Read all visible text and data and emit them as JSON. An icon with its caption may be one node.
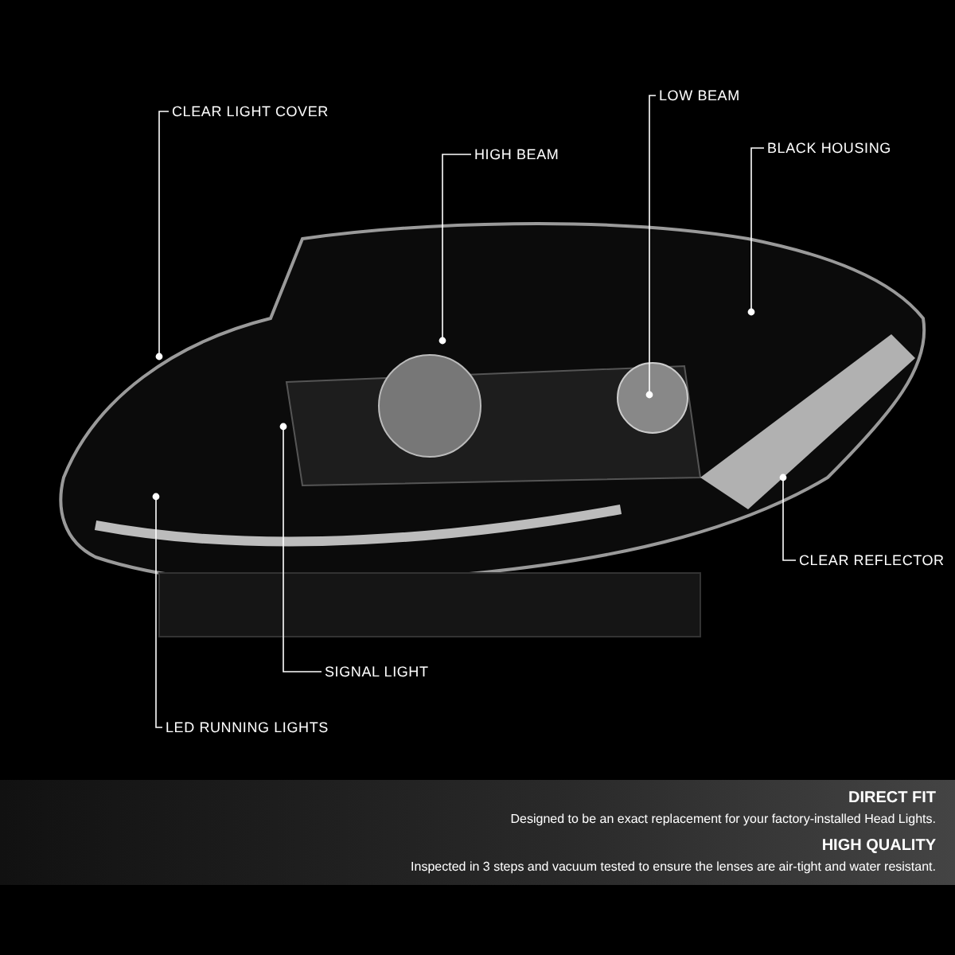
{
  "diagram": {
    "nodes": [
      {
        "text": [
          "CLEAR LIGHT COVER"
        ]
      },
      {
        "text": [
          "HIGH BEAM"
        ]
      },
      {
        "text": [
          "LOW BEAM"
        ]
      },
      {
        "text": [
          "BLACK HOUSING"
        ]
      },
      {
        "text": [
          "CLEAR REFLECTOR"
        ]
      },
      {
        "text": [
          "SIGNAL LIGHT"
        ]
      },
      {
        "text": [
          "LED RUNNING LIGHTS"
        ]
      },
      {
        "text": [
          "DIRECT FIT",
          "Designed to be an exact replacement for your factory-installed Head Lights.",
          "HIGH QUALITY",
          "Inspected in 3 steps and vacuum tested to ensure the lenses are air-tight and water resistant."
        ]
      }
    ],
    "edges": [
      {
        "from": 0,
        "to": null,
        "arrow": "other"
      },
      {
        "from": 1,
        "to": null,
        "arrow": "other"
      },
      {
        "from": 2,
        "to": null,
        "arrow": "other"
      },
      {
        "from": 3,
        "to": null,
        "arrow": "other"
      },
      {
        "from": 4,
        "to": null,
        "arrow": "other"
      },
      {
        "from": 5,
        "to": null,
        "arrow": "other"
      },
      {
        "from": 6,
        "to": null,
        "arrow": "other"
      }
    ]
  }
}
